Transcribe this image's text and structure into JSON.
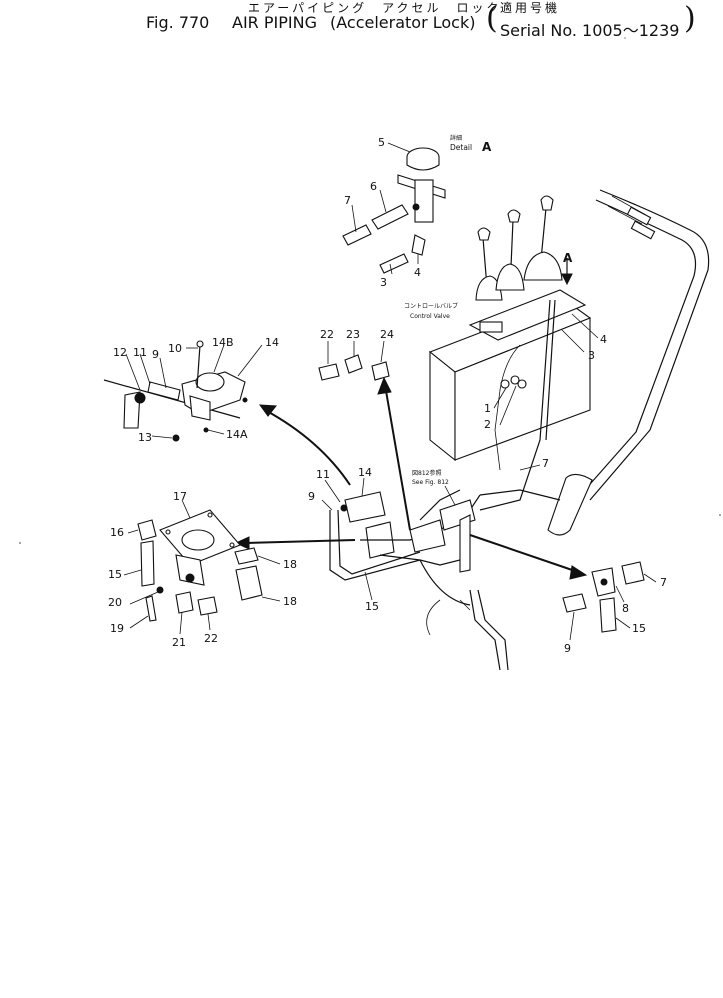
{
  "header": {
    "jp_title": "エアーパイピング　アクセル　ロック",
    "fig_label": "Fig. 770",
    "title": "AIR PIPING",
    "subtitle": "(Accelerator Lock)",
    "jp_serial": "適用号機",
    "serial": "Serial No. 1005～1239"
  },
  "labels": {
    "detail_jp": "詳細",
    "detail": "Detail",
    "detail_letter": "A",
    "arrow_letter": "A",
    "control_valve_jp": "コントロールバルブ",
    "control_valve": "Control Valve",
    "see_fig_jp": "図812参照",
    "see_fig": "See Fig. 812"
  },
  "callouts": [
    "5",
    "6",
    "7",
    "3",
    "4",
    "4",
    "3",
    "1",
    "2",
    "7",
    "22",
    "23",
    "24",
    "12",
    "11",
    "9",
    "10",
    "14B",
    "14",
    "13",
    "14A",
    "11",
    "14",
    "9",
    "15",
    "17",
    "16",
    "15",
    "20",
    "19",
    "21",
    "22",
    "18",
    "18",
    "7",
    "8",
    "9",
    "15"
  ],
  "colors": {
    "ink": "#111111",
    "paper": "#ffffff"
  }
}
